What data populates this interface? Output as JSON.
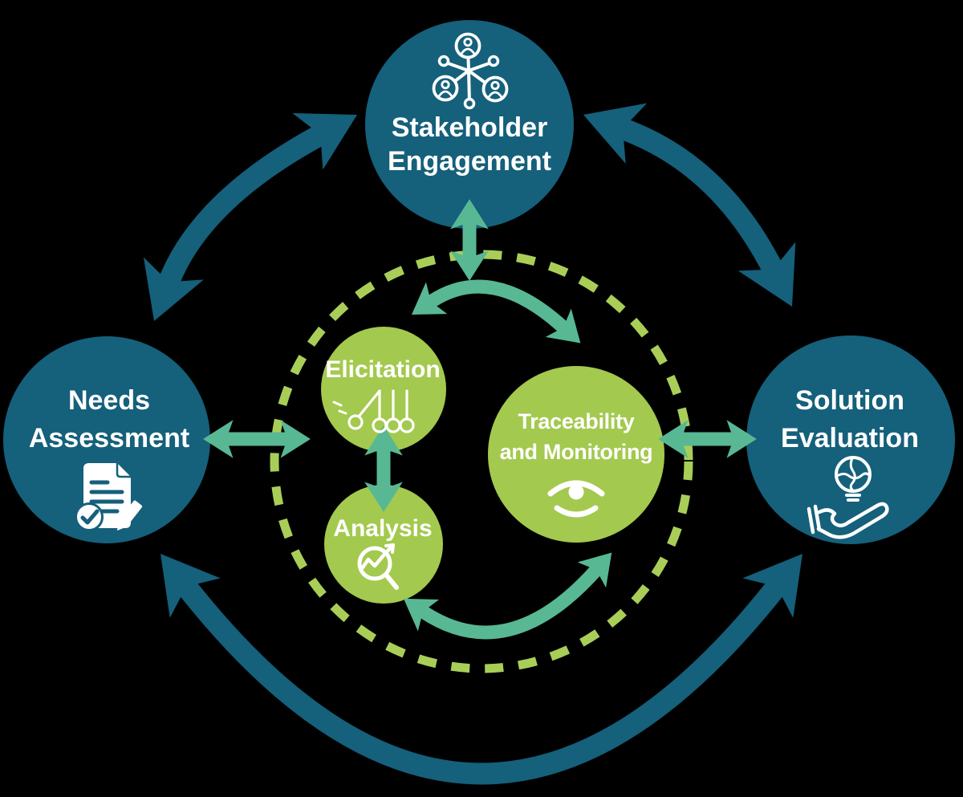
{
  "background_color": "#000000",
  "colors": {
    "dark_teal": "#15607B",
    "seafoam_arrow": "#58B894",
    "green_node": "#A3C94E",
    "dash_ring_green": "#A9CE58",
    "text_icon_white": "#FFFFFF"
  },
  "outer_ring": {
    "nodes": [
      {
        "id": "stakeholder-engagement",
        "line1": "Stakeholder",
        "line2": "Engagement",
        "icon": "people-network-icon"
      },
      {
        "id": "needs-assessment",
        "line1": "Needs",
        "line2": "Assessment",
        "icon": "document-check-pencil-icon"
      },
      {
        "id": "solution-evaluation",
        "line1": "Solution",
        "line2": "Evaluation",
        "icon": "hand-lightbulb-puzzle-icon"
      }
    ]
  },
  "inner_ring": {
    "nodes": [
      {
        "id": "elicitation",
        "line1": "Elicitation",
        "icon": "newtons-cradle-icon"
      },
      {
        "id": "analysis",
        "line1": "Analysis",
        "icon": "magnifier-trend-icon"
      },
      {
        "id": "traceability-monitoring",
        "line1": "Traceability",
        "line2": "and Monitoring",
        "icon": "eye-icon"
      }
    ]
  }
}
